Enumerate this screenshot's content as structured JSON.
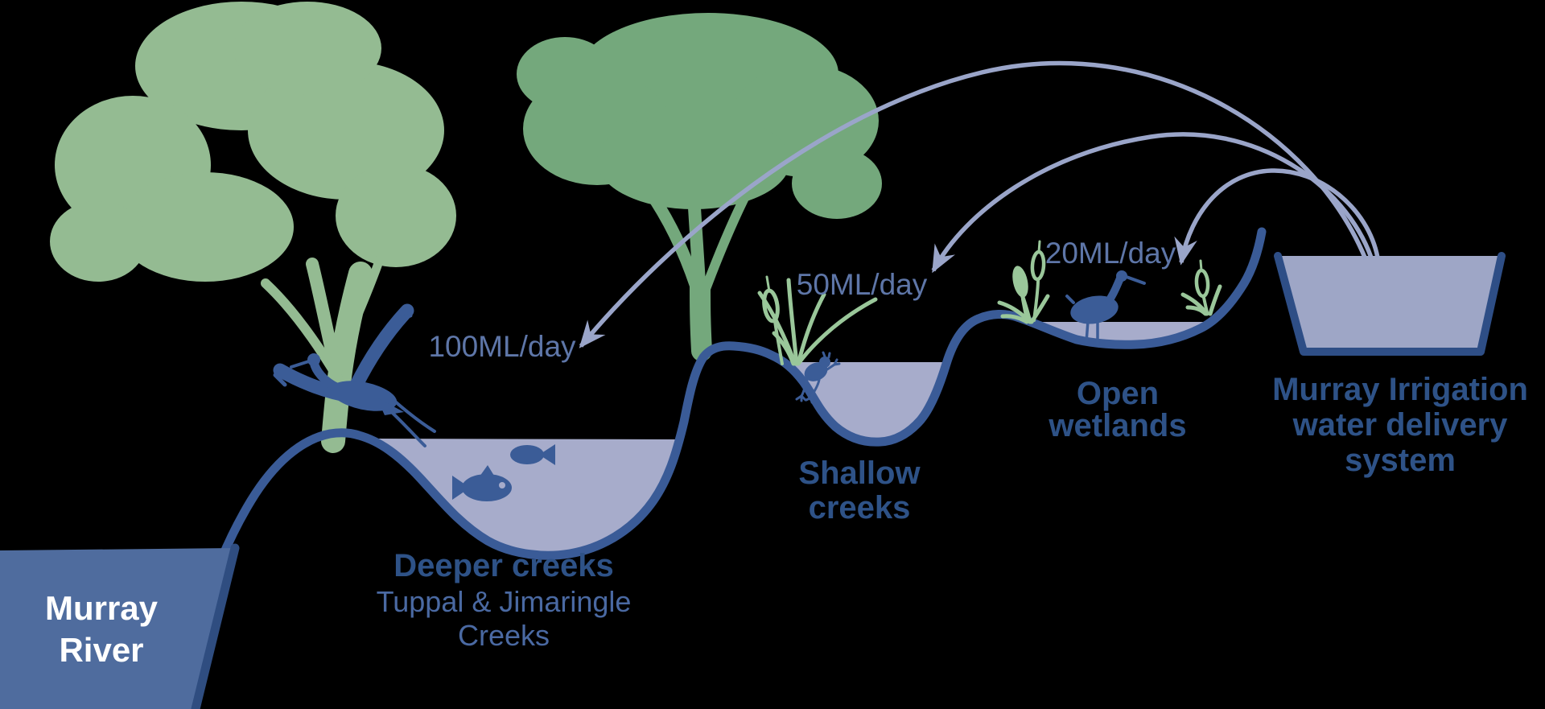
{
  "river": {
    "line1": "Murray",
    "line2": "River"
  },
  "sites": {
    "deeper": {
      "title": "Deeper creeks",
      "subtitle_line1": "Tuppal & Jimaringle",
      "subtitle_line2": "Creeks",
      "flow": "100ML/day"
    },
    "shallow": {
      "title_line1": "Shallow",
      "title_line2": "creeks",
      "flow": "50ML/day"
    },
    "wetlands": {
      "title_line1": "Open",
      "title_line2": "wetlands",
      "flow": "20ML/day"
    }
  },
  "source": {
    "line1": "Murray Irrigation",
    "line2": "water delivery",
    "line3": "system"
  },
  "colors": {
    "background": "#000000",
    "terrain_line": "#3A5B97",
    "water_fill": "#A7ACCB",
    "channel_fill": "#9EA6C6",
    "channel_border": "#2E4E86",
    "arrow": "#9AA5C9",
    "heading_text": "#2E5287",
    "subtitle_text": "#4A69A2",
    "flow_text": "#5E76A8",
    "river_box_fill": "#4F6C9E",
    "river_box_edge": "#2F4D80",
    "river_text": "#FFFFFF",
    "tree_left_green": "#94BB92",
    "tree_middle_green": "#74A87C",
    "reed_green": "#9AC79A",
    "wildlife_blue": "#3B5C97"
  }
}
